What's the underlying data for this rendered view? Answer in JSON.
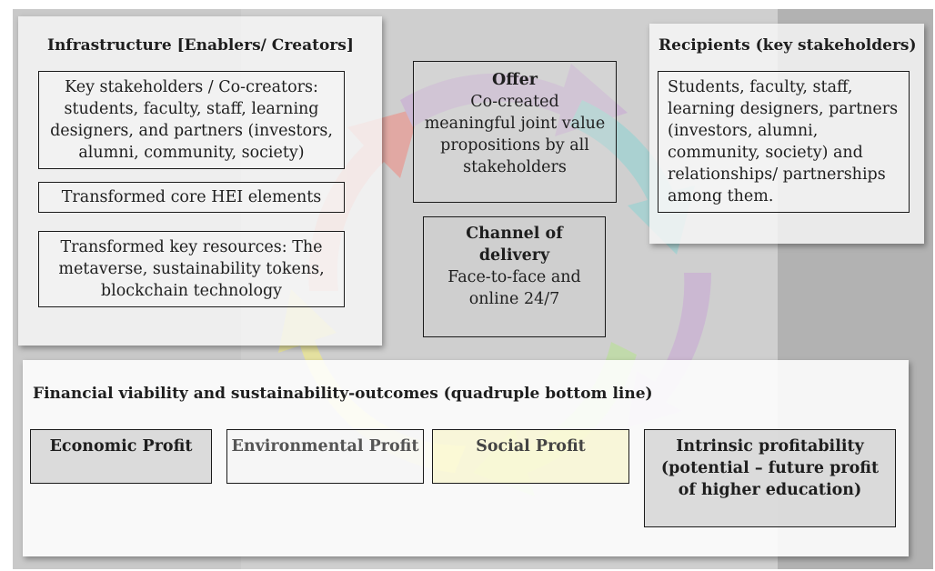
{
  "infrastructure": {
    "title": "Infrastructure [Enablers/ Creators]",
    "stakeholders": "Key stakeholders / Co-creators: students, faculty, staff, learning designers, and partners (investors, alumni, community, society)",
    "core": "Transformed core HEI elements",
    "resources": "Transformed key resources: The metaverse, sustainability tokens, blockchain technology"
  },
  "offer": {
    "title": "Offer",
    "text": "Co-created meaningful joint value propositions by all stakeholders"
  },
  "channel": {
    "title": "Channel of delivery",
    "text": "Face-to-face and online 24/7"
  },
  "recipients": {
    "title": "Recipients (key stakeholders)",
    "text": "Students, faculty, staff, learning designers, partners (investors, alumni, community, society) and relationships/ partnerships among them."
  },
  "financial": {
    "title": "Financial viability and sustainability-outcomes (quadruple bottom line)",
    "economic": "Economic Profit",
    "environmental": "Environmental Profit",
    "social": "Social Profit",
    "intrinsic": "Intrinsic profitability (potential – future profit of higher education)"
  },
  "colors": {
    "background": "#c9c9c9",
    "arrow_red": "#f08a80",
    "arrow_purple": "#c9a6d6",
    "arrow_teal": "#8dd3d3",
    "arrow_green": "#b7e38f",
    "arrow_yellow": "#f7f07a"
  }
}
